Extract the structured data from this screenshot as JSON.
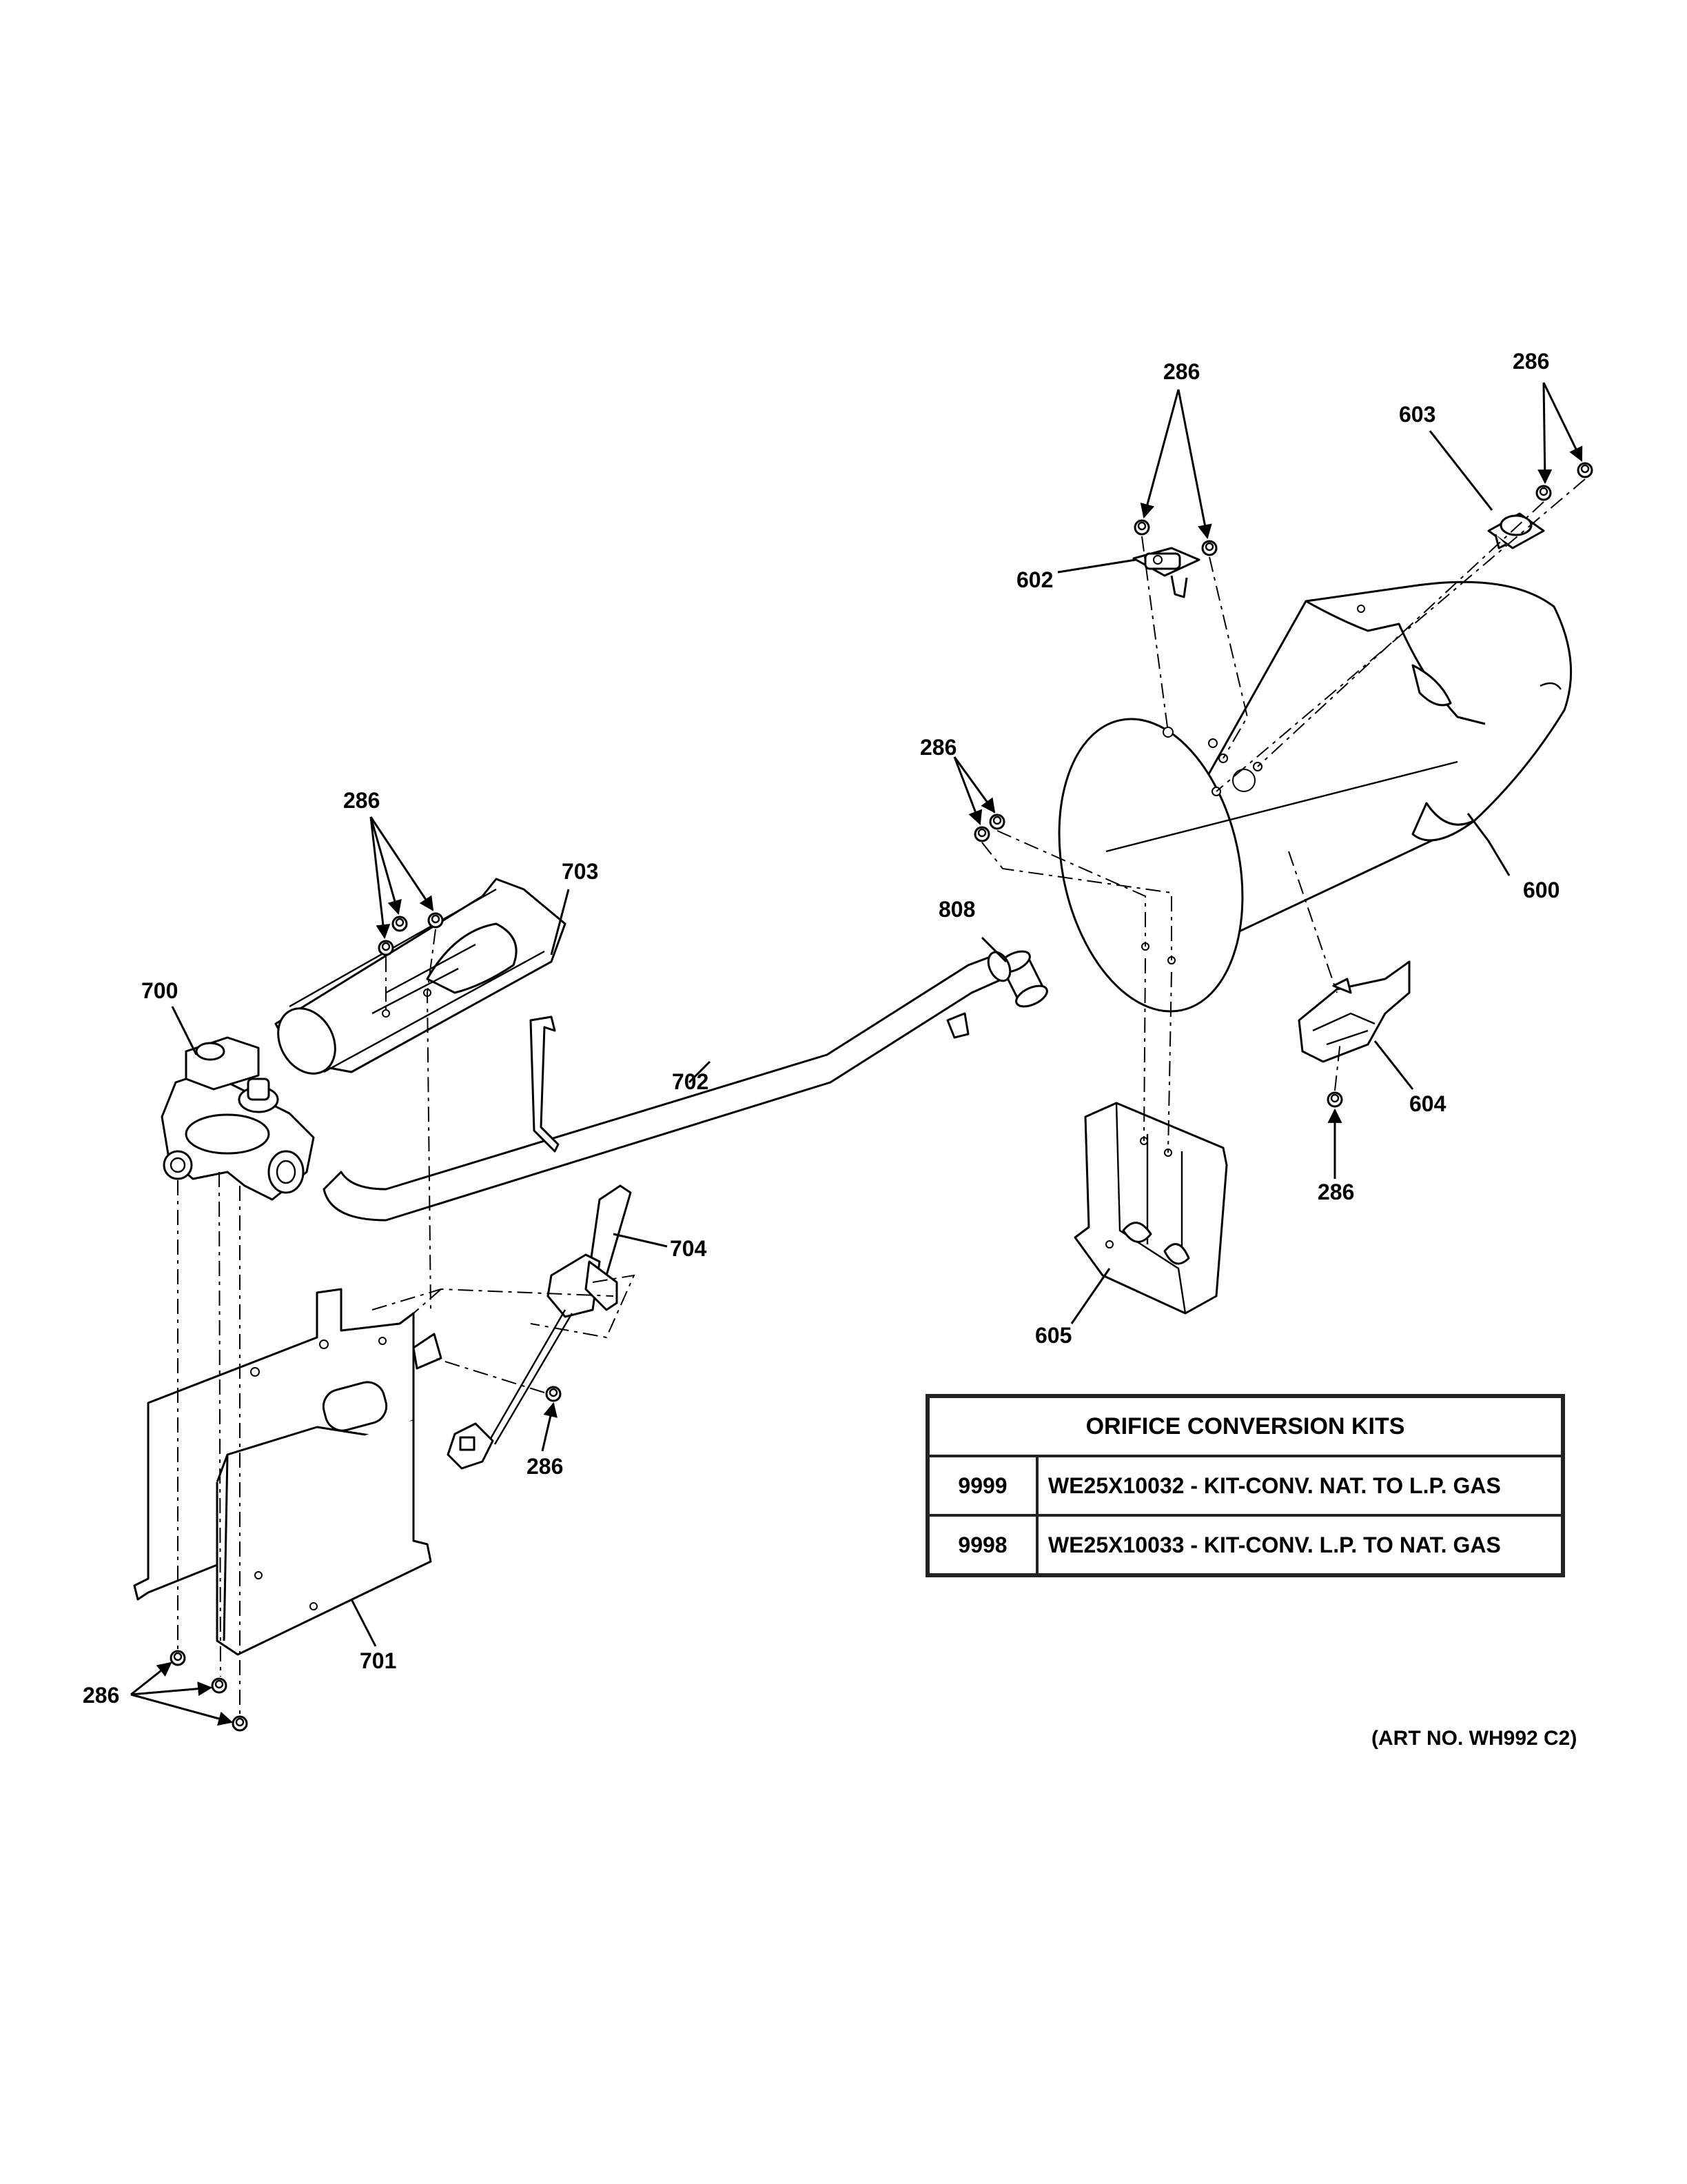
{
  "labels": {
    "p286a": "286",
    "p286b": "286",
    "p286c": "286",
    "p286d": "286",
    "p286e": "286",
    "p286f": "286",
    "p286g": "286",
    "p602": "602",
    "p603": "603",
    "p600": "600",
    "p604": "604",
    "p605": "605",
    "p808": "808",
    "p700": "700",
    "p701": "701",
    "p702": "702",
    "p703": "703",
    "p704": "704"
  },
  "kits_table": {
    "title": "ORIFICE CONVERSION KITS",
    "rows": [
      {
        "code": "9999",
        "desc": "WE25X10032 - KIT-CONV. NAT. TO L.P. GAS"
      },
      {
        "code": "9998",
        "desc": "WE25X10033 - KIT-CONV. L.P. TO NAT. GAS"
      }
    ]
  },
  "art_no": "(ART NO. WH992 C2)"
}
